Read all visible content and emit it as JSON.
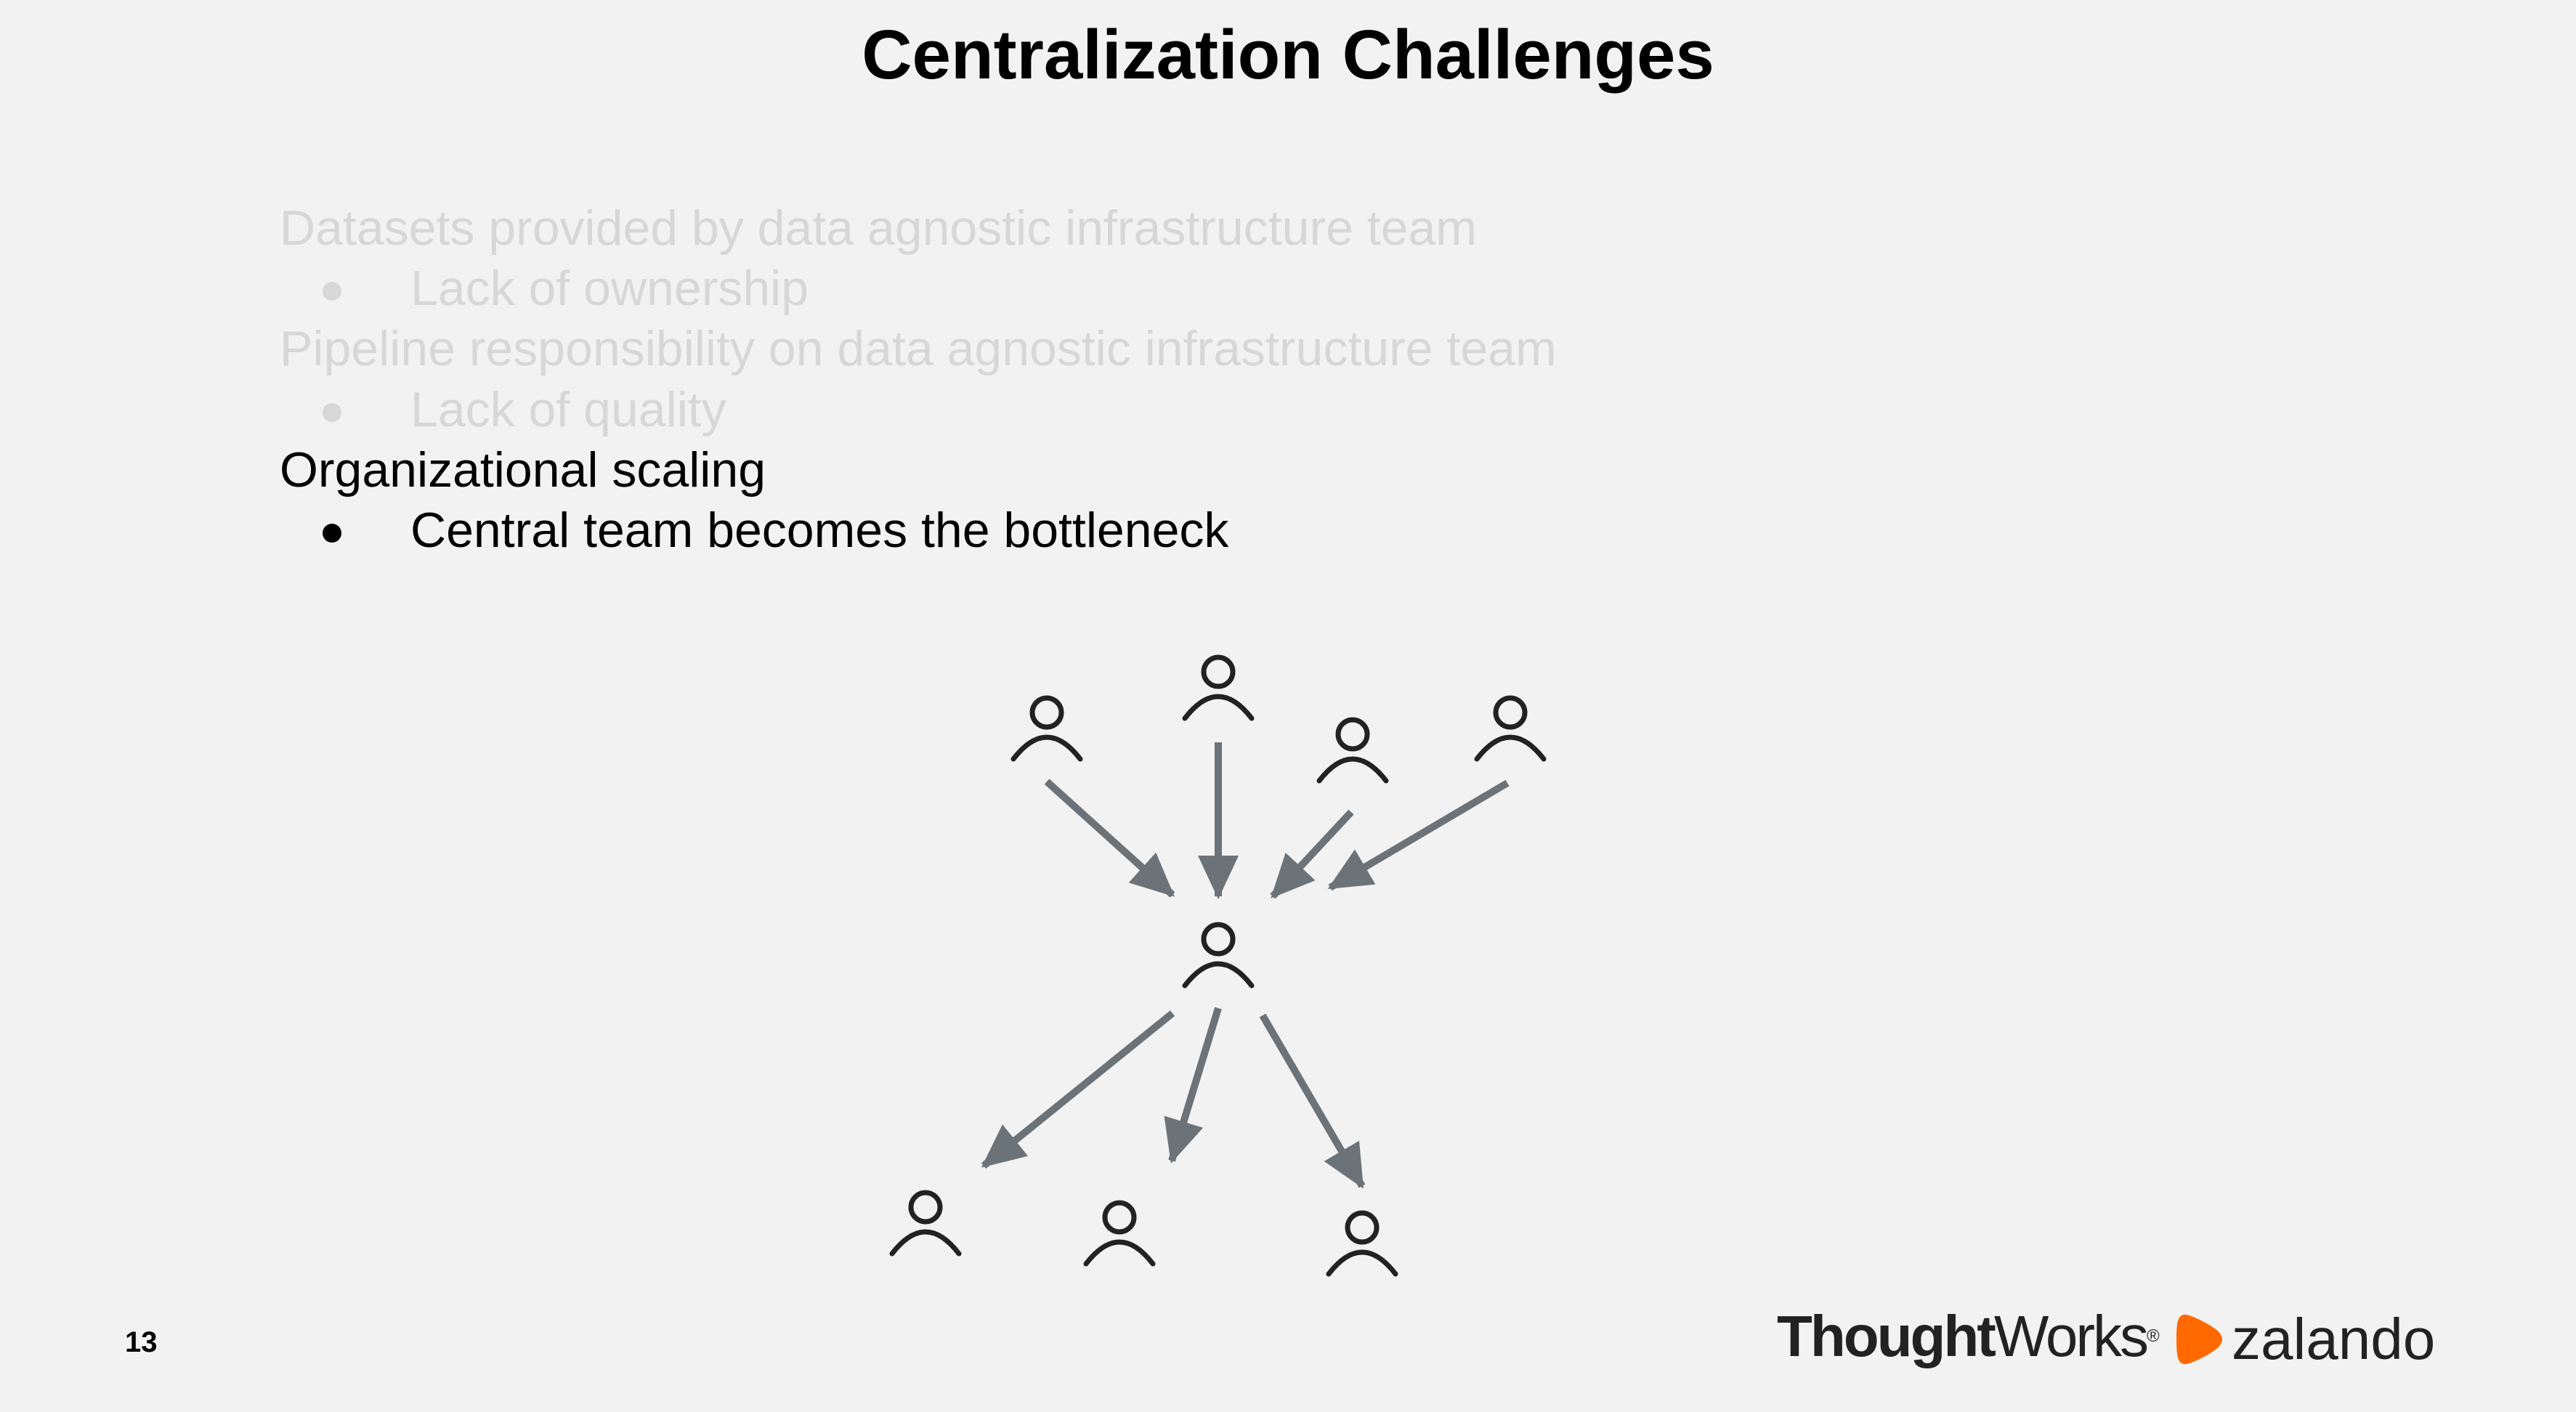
{
  "slide": {
    "title": "Centralization Challenges",
    "page_number": "13",
    "points": [
      {
        "text": "Datasets provided by data agnostic infrastructure team",
        "state": "faded",
        "sub": "Lack of ownership"
      },
      {
        "text": "Pipeline responsibility on data agnostic infrastructure team",
        "state": "faded",
        "sub": "Lack of quality"
      },
      {
        "text": "Organizational scaling",
        "state": "active",
        "sub": "Central team becomes the bottleneck"
      }
    ]
  },
  "diagram": {
    "icon": "person-icon",
    "arrow_color": "#6b7378",
    "icon_color": "#222222",
    "upstream_people": 4,
    "central_people": 1,
    "downstream_people": 3
  },
  "logos": {
    "thoughtworks_bold": "Thought",
    "thoughtworks_regular": "Works",
    "thoughtworks_mark": "®",
    "zalando": "zalando",
    "zalando_color": "#ff6900"
  }
}
